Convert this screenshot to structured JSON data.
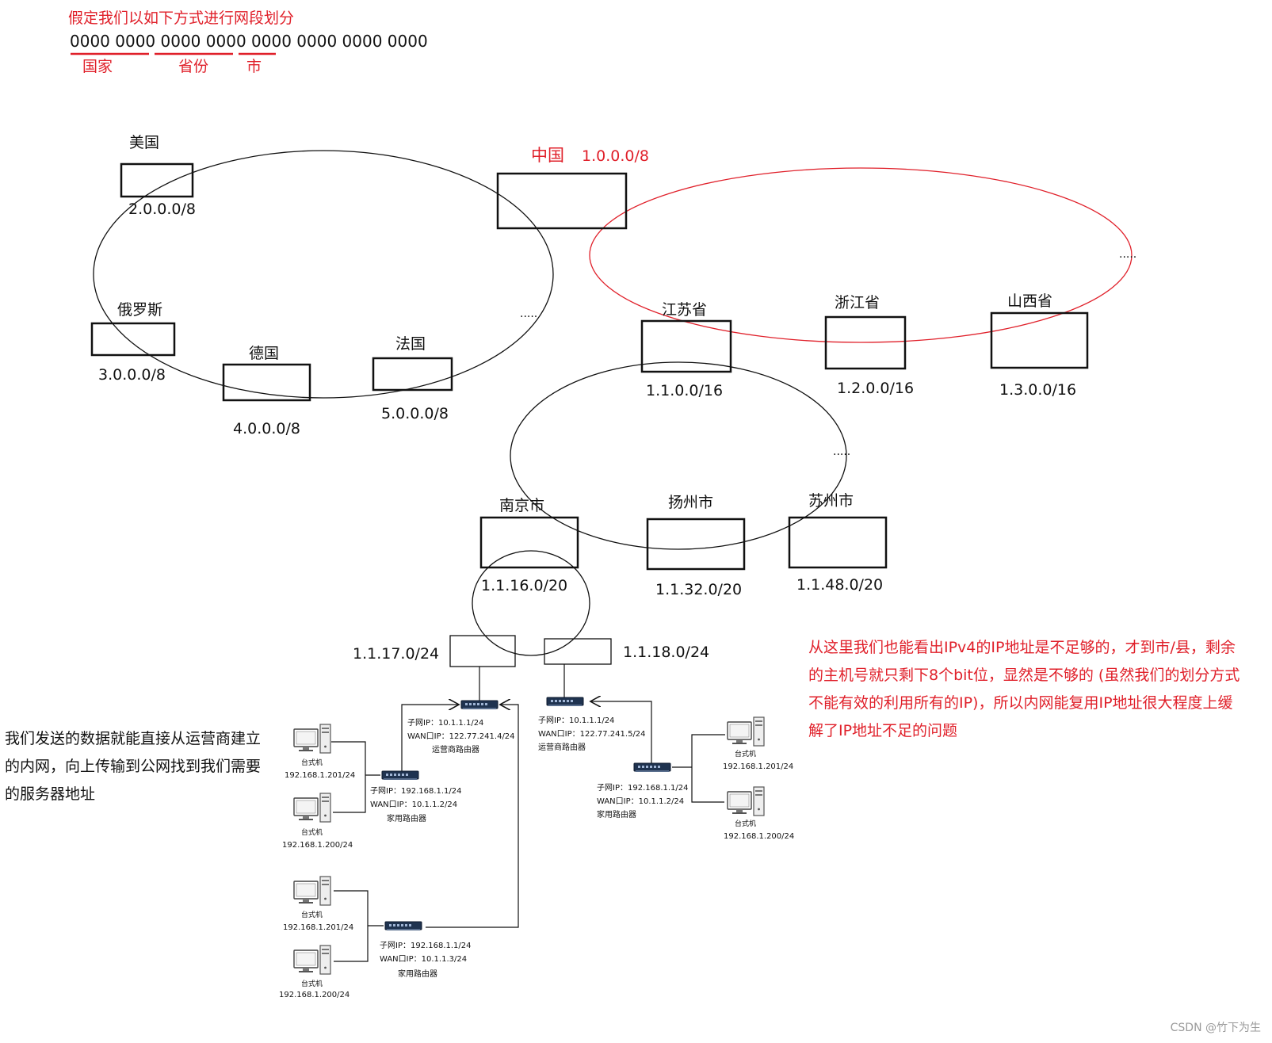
{
  "header": {
    "title": "假定我们以如下方式进行网段划分",
    "bits": "0000 0000 0000 0000 0000 0000 0000 0000",
    "seg_country": "国家",
    "seg_province": "省份",
    "seg_city": "市"
  },
  "countries": {
    "us": {
      "name": "美国",
      "net": "2.0.0.0/8"
    },
    "cn": {
      "name": "中国",
      "net": "1.0.0.0/8"
    },
    "ru": {
      "name": "俄罗斯",
      "net": "3.0.0.0/8"
    },
    "de": {
      "name": "德国",
      "net": "4.0.0.0/8"
    },
    "fr": {
      "name": "法国",
      "net": "5.0.0.0/8"
    },
    "more": "....."
  },
  "provinces": {
    "js": {
      "name": "江苏省",
      "net": "1.1.0.0/16"
    },
    "zj": {
      "name": "浙江省",
      "net": "1.2.0.0/16"
    },
    "sx": {
      "name": "山西省",
      "net": "1.3.0.0/16"
    },
    "more": "....."
  },
  "cities": {
    "nj": {
      "name": "南京市",
      "net": "1.1.16.0/20"
    },
    "yz": {
      "name": "扬州市",
      "net": "1.1.32.0/20"
    },
    "sz": {
      "name": "苏州市",
      "net": "1.1.48.0/20"
    },
    "more": "....."
  },
  "subnets": {
    "a": "1.1.17.0/24",
    "b": "1.1.18.0/24"
  },
  "routers": {
    "isp1": {
      "sub": "子网IP：10.1.1.1/24",
      "wan": "WAN口IP：122.77.241.4/24",
      "name": "运营商路由器"
    },
    "isp2": {
      "sub": "子网IP：10.1.1.1/24",
      "wan": "WAN口IP：122.77.241.5/24",
      "name": "运营商路由器"
    },
    "home1": {
      "sub": "子网IP：192.168.1.1/24",
      "wan": "WAN口IP：10.1.1.2/24",
      "name": "家用路由器"
    },
    "home2": {
      "sub": "子网IP：192.168.1.1/24",
      "wan": "WAN口IP：10.1.1.2/24",
      "name": "家用路由器"
    },
    "home3": {
      "sub": "子网IP：192.168.1.1/24",
      "wan": "WAN口IP：10.1.1.3/24",
      "name": "家用路由器"
    }
  },
  "pcs": {
    "label": "台式机",
    "p1": "192.168.1.201/24",
    "p2": "192.168.1.200/24",
    "p3": "192.168.1.201/24",
    "p4": "192.168.1.200/24",
    "p5": "192.168.1.201/24",
    "p6": "192.168.1.200/24"
  },
  "notes": {
    "left": "我们发送的数据就能直接从运营商建立的内网，向上传输到公网找到我们需要的服务器地址",
    "right": "从这里我们也能看出IPv4的IP地址是不足够的，才到市/县，剩余的主机号就只剩下8个bit位，显然是不够的 (虽然我们的划分方式不能有效的利用所有的IP)，所以内网能复用IP地址很大程度上缓解了IP地址不足的问题"
  },
  "watermark": "CSDN @竹下为生",
  "colors": {
    "accent": "#e0202a",
    "line": "#111111"
  }
}
